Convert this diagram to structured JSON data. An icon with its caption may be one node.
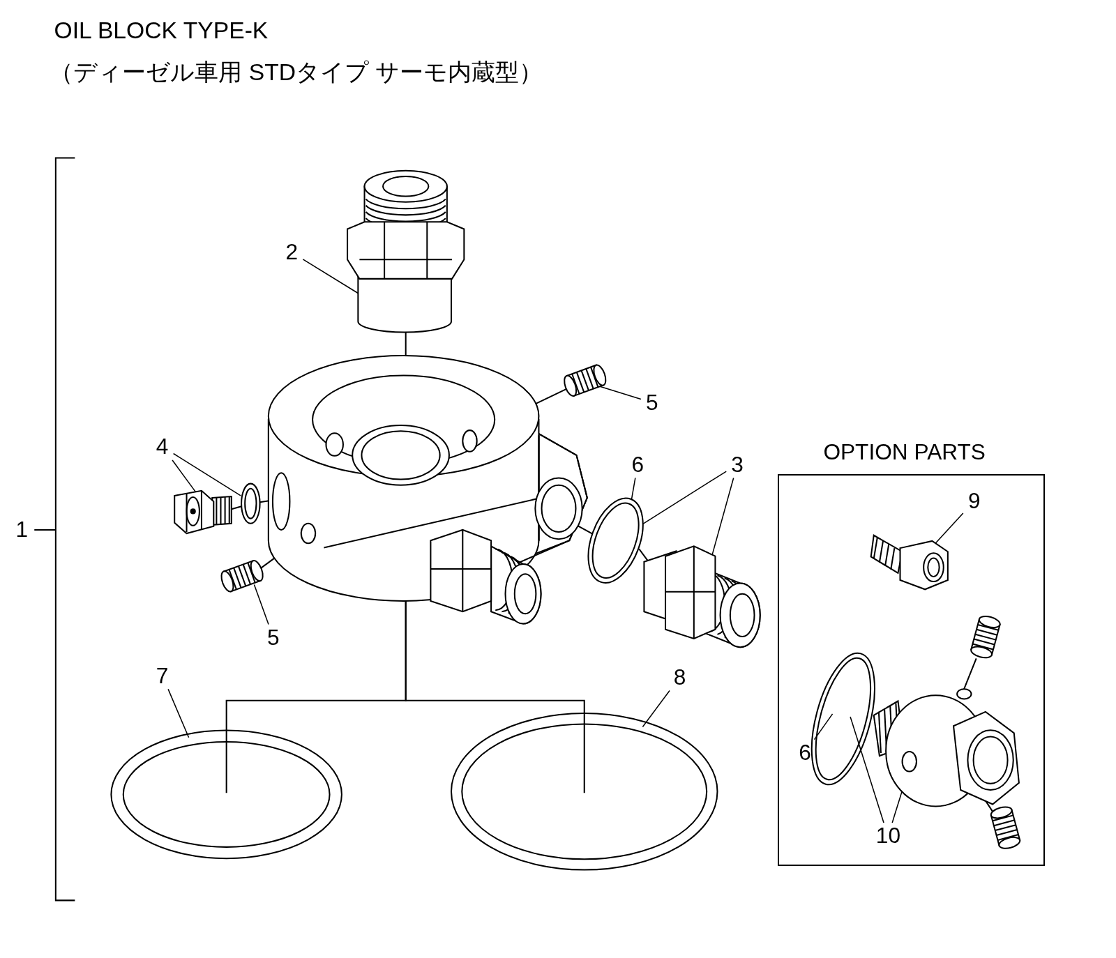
{
  "diagram": {
    "title": "OIL BLOCK TYPE-K",
    "nodes": [
      {
        "text": [
          "2"
        ]
      },
      {
        "text": [
          "5"
        ]
      },
      {
        "text": [
          "4"
        ]
      },
      {
        "text": [
          "6"
        ]
      },
      {
        "text": [
          "3"
        ]
      },
      {
        "text": [
          "5"
        ]
      },
      {
        "text": [
          "7"
        ]
      },
      {
        "text": [
          "8"
        ]
      },
      {
        "text": [
          "OPTION PARTS"
        ]
      },
      {
        "text": [
          "9"
        ],
        "in": 8
      },
      {
        "text": [
          "6"
        ],
        "in": 8
      },
      {
        "text": [
          "10"
        ],
        "in": 8
      },
      {
        "text": [],
        "shape": "picture"
      },
      {
        "text": [],
        "shape": "picture"
      },
      {
        "text": [],
        "shape": "picture"
      },
      {
        "text": [],
        "shape": "picture"
      },
      {
        "text": [],
        "shape": "picture"
      },
      {
        "text": [],
        "shape": "picture"
      },
      {
        "text": [],
        "shape": "picture"
      },
      {
        "text": [],
        "shape": "picture"
      },
      {
        "text": [],
        "shape": "picture"
      },
      {
        "text": [],
        "shape": "picture"
      },
      {
        "text": [],
        "shape": "picture"
      },
      {
        "text": [],
        "shape": "picture",
        "in": 8
      },
      {
        "text": [],
        "shape": "picture",
        "in": 8
      },
      {
        "text": [],
        "shape": "picture",
        "in": 8
      },
      {
        "text": [],
        "shape": "picture",
        "in": 8
      },
      {
        "text": [],
        "shape": "picture",
        "in": 8
      }
    ],
    "edges": [
      {
        "from": 0,
        "to": 12,
        "arrow": "none"
      },
      {
        "from": 1,
        "to": 14,
        "arrow": "none"
      },
      {
        "from": 2,
        "to": 15,
        "arrow": "none"
      },
      {
        "from": 2,
        "to": 16,
        "arrow": "none"
      },
      {
        "from": 3,
        "to": 19,
        "arrow": "none"
      },
      {
        "from": 4,
        "to": 19,
        "arrow": "none"
      },
      {
        "from": 4,
        "to": 20,
        "arrow": "none"
      },
      {
        "from": 5,
        "to": 17,
        "arrow": "none"
      },
      {
        "from": 6,
        "to": 21,
        "arrow": "none"
      },
      {
        "from": 7,
        "to": 22,
        "arrow": "none"
      },
      {
        "from": 9,
        "to": 23,
        "arrow": "none"
      },
      {
        "from": 10,
        "to": 24,
        "arrow": "none"
      },
      {
        "from": 11,
        "to": 24,
        "arrow": "none"
      },
      {
        "from": 11,
        "to": 25,
        "arrow": "none"
      },
      {
        "from": 12,
        "to": 13,
        "arrow": "none"
      },
      {
        "from": 14,
        "to": 13,
        "arrow": "none"
      },
      {
        "from": 15,
        "to": 16,
        "arrow": "none"
      },
      {
        "from": 16,
        "to": 13,
        "arrow": "none"
      },
      {
        "from": 17,
        "to": 13,
        "arrow": "none"
      },
      {
        "from": 13,
        "to": 19,
        "arrow": "none"
      },
      {
        "from": 19,
        "to": 20,
        "arrow": "none"
      },
      {
        "from": 13,
        "to": 21,
        "arrow": "none"
      },
      {
        "from": 13,
        "to": 22,
        "arrow": "none"
      },
      {
        "from": 26,
        "to": 25,
        "arrow": "none"
      },
      {
        "from": 25,
        "to": 27,
        "arrow": "none"
      }
    ],
    "labels": [
      "（ディーゼル車用 STDタイプ サーモ内蔵型）",
      "1"
    ]
  }
}
